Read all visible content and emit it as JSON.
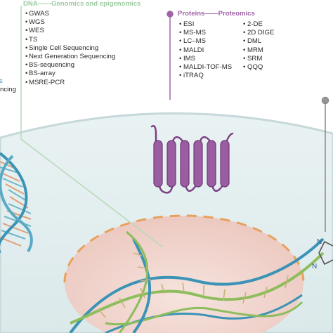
{
  "dna": {
    "header": "DNA——Genomics and epigenomics",
    "items": [
      "GWAS",
      "WGS",
      "WES",
      "TS",
      "Single Cell Sequencing",
      "Next Generation  Sequencing",
      "BS-sequencing",
      "BS-array",
      "MSRE-PCR"
    ]
  },
  "proteins": {
    "header": "Proteins——Proteomics",
    "col1": [
      "ESI",
      "MS-MS",
      "LC–MS",
      "MALDI",
      "IMS",
      "MALDI-TOF-MS",
      "iTRAQ"
    ],
    "col2": [
      "2-DE",
      "2D DIGE",
      "DML",
      "MRM",
      "SRM",
      "QQQ"
    ]
  },
  "left_partial": [
    "s",
    "ncing"
  ],
  "colors": {
    "dna_header": "#9ccaa0",
    "protein_header": "#a163a8",
    "protein_helix": "#9a5ea0",
    "cell_fill": "#e6f0f0",
    "cell_edge": "#c2d5d8",
    "nucleus_fill": "#f2dcd6",
    "nucleus_dash": "#e8a15c",
    "dna_strand": "#3b93b5",
    "dna_strand_green": "#8dbd5c"
  }
}
